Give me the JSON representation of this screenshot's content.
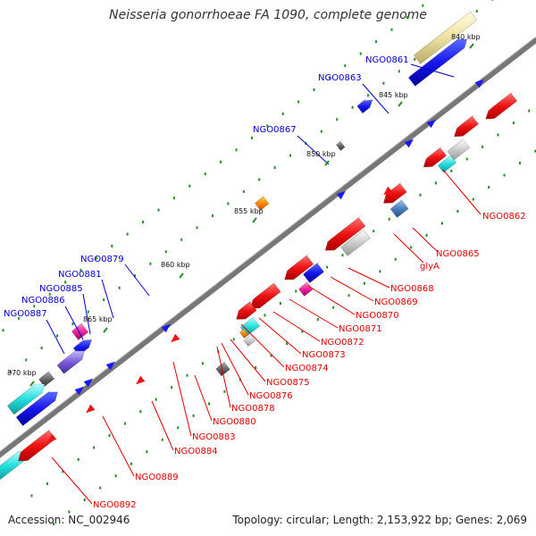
{
  "title": "Neisseria gonorrhoeae FA 1090, complete genome",
  "footer": {
    "accession": "Accession: NC_002946",
    "stats": "Topology: circular; Length: 2,153,922 bp; Genes: 2,069"
  },
  "colors": {
    "backbone": "#7a7a7a",
    "label_forward": "#0000cc",
    "label_reverse": "#dd0000",
    "tick": "#2a8a2a",
    "leader_forward": "#0000cc",
    "leader_reverse": "#dd0000"
  },
  "scale": [
    {
      "label": "840 kbp"
    },
    {
      "label": "845 kbp"
    },
    {
      "label": "850 kbp"
    },
    {
      "label": "855 kbp"
    },
    {
      "label": "860 kbp"
    },
    {
      "label": "865 kbp"
    },
    {
      "label": "870 kbp"
    }
  ],
  "labels": {
    "forward": [
      {
        "name": "NGO0861"
      },
      {
        "name": "NGO0863"
      },
      {
        "name": "NGO0867"
      },
      {
        "name": "NGO0879"
      },
      {
        "name": "NGO0881"
      },
      {
        "name": "NGO0885"
      },
      {
        "name": "NGO0886"
      },
      {
        "name": "NGO0887"
      }
    ],
    "reverse": [
      {
        "name": "NGO0862"
      },
      {
        "name": "NGO0865"
      },
      {
        "name": "glyA"
      },
      {
        "name": "NGO0868"
      },
      {
        "name": "NGO0869"
      },
      {
        "name": "NGO0870"
      },
      {
        "name": "NGO0871"
      },
      {
        "name": "NGO0872"
      },
      {
        "name": "NGO0873"
      },
      {
        "name": "NGO0874"
      },
      {
        "name": "NGO0875"
      },
      {
        "name": "NGO0876"
      },
      {
        "name": "NGO0878"
      },
      {
        "name": "NGO0880"
      },
      {
        "name": "NGO0883"
      },
      {
        "name": "NGO0884"
      },
      {
        "name": "NGO0889"
      },
      {
        "name": "NGO0892"
      }
    ]
  }
}
